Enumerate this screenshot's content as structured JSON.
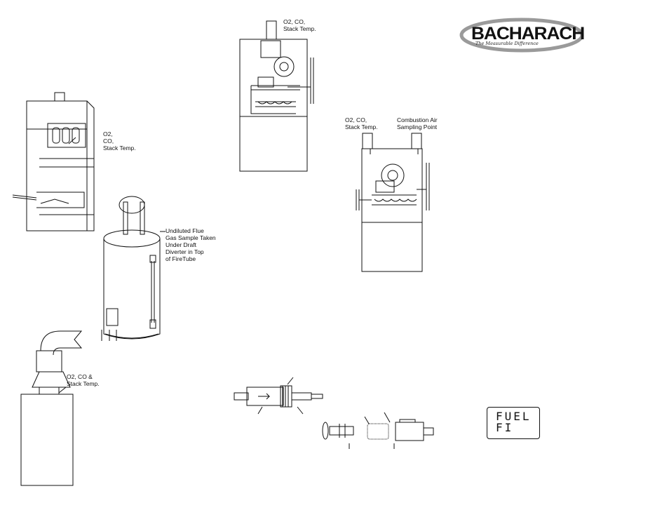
{
  "logo": {
    "brand": "BACHARACH",
    "tagline": "The Measurable Difference"
  },
  "labels": {
    "furnace_top": [
      "O2, CO,",
      "Stack Temp."
    ],
    "furnace_left": [
      "O2,",
      "CO,",
      "Stack Temp."
    ],
    "furnace_right_flue": [
      "O2, CO,",
      "Stack Temp."
    ],
    "combustion_air": [
      "Combustion Air",
      "Sampling Point"
    ],
    "water_heater": [
      "Undiluted Flue",
      "Gas Sample Taken",
      "Under Draft",
      "Diverter in Top",
      "of FireTube"
    ],
    "boiler": [
      "O2, CO &",
      "Stack Temp."
    ]
  },
  "display": {
    "line1": "FUEL",
    "line2": "FI"
  },
  "colors": {
    "ink": "#111111",
    "paper": "#ffffff",
    "logo_swoosh": "#9a9a9a"
  }
}
